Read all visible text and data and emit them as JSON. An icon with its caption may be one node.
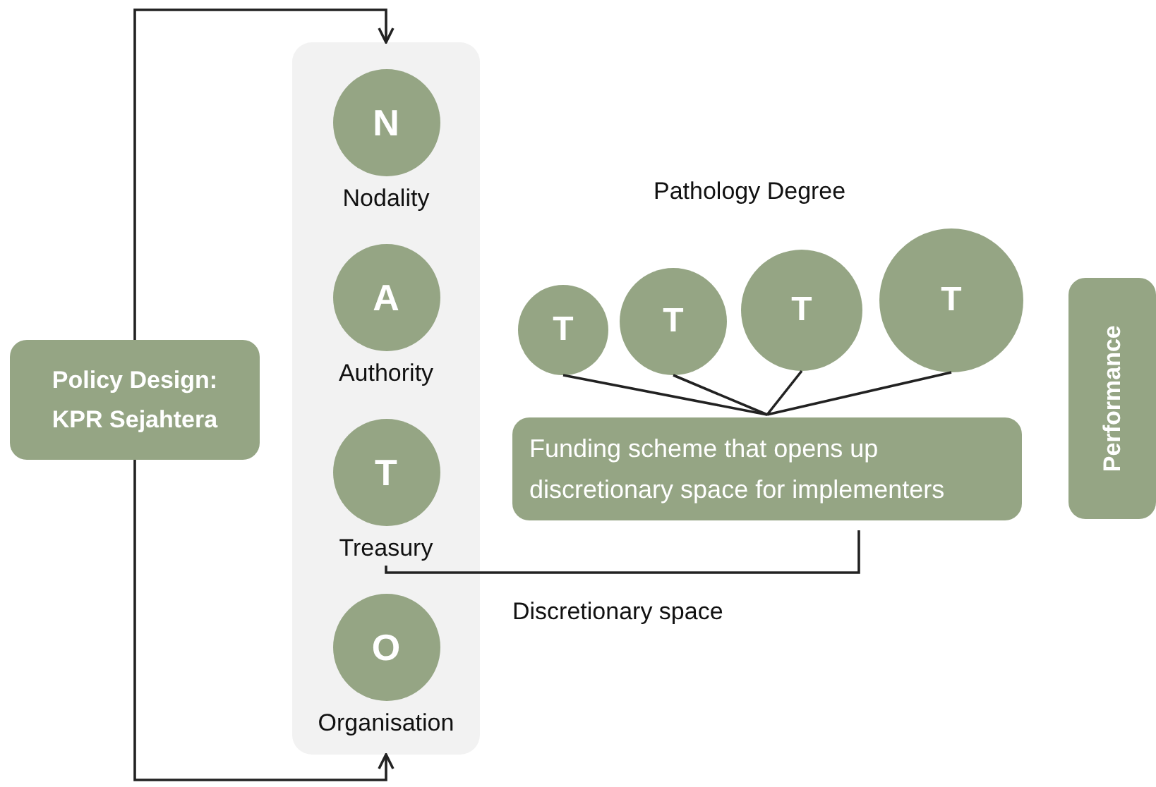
{
  "diagram": {
    "nodes": [
      {
        "text": [
          "Policy Design: KPR Sejahtera"
        ]
      },
      {
        "text": [],
        "shape": "box"
      },
      {
        "text": [
          "N"
        ],
        "beside": [
          "Nodality"
        ],
        "in": 1
      },
      {
        "text": [
          "A"
        ],
        "beside": [
          "Authority"
        ],
        "in": 1
      },
      {
        "text": [
          "T"
        ],
        "beside": [
          "Treasury"
        ],
        "in": 1
      },
      {
        "text": [
          "O"
        ],
        "beside": [
          "Organisation"
        ],
        "in": 1
      },
      {
        "text": [
          "T"
        ]
      },
      {
        "text": [
          "T"
        ]
      },
      {
        "text": [
          "T"
        ]
      },
      {
        "text": [
          "T"
        ]
      },
      {
        "text": [
          "Funding scheme that opens up discretionary space for implementers"
        ]
      },
      {
        "text": [
          "Performance"
        ]
      }
    ],
    "edges": [
      {
        "from": 0,
        "to": 1,
        "arrow": "to"
      },
      {
        "from": 0,
        "to": 1,
        "arrow": "to"
      },
      {
        "from": 6,
        "to": 10,
        "arrow": "none"
      },
      {
        "from": 7,
        "to": 10,
        "arrow": "none"
      },
      {
        "from": 8,
        "to": 10,
        "arrow": "none"
      },
      {
        "from": 9,
        "to": 10,
        "arrow": "none"
      },
      {
        "from": 10,
        "to": 4,
        "arrow": "none",
        "label": "Discretionary space"
      }
    ],
    "labels": [
      "Pathology Degree"
    ]
  }
}
